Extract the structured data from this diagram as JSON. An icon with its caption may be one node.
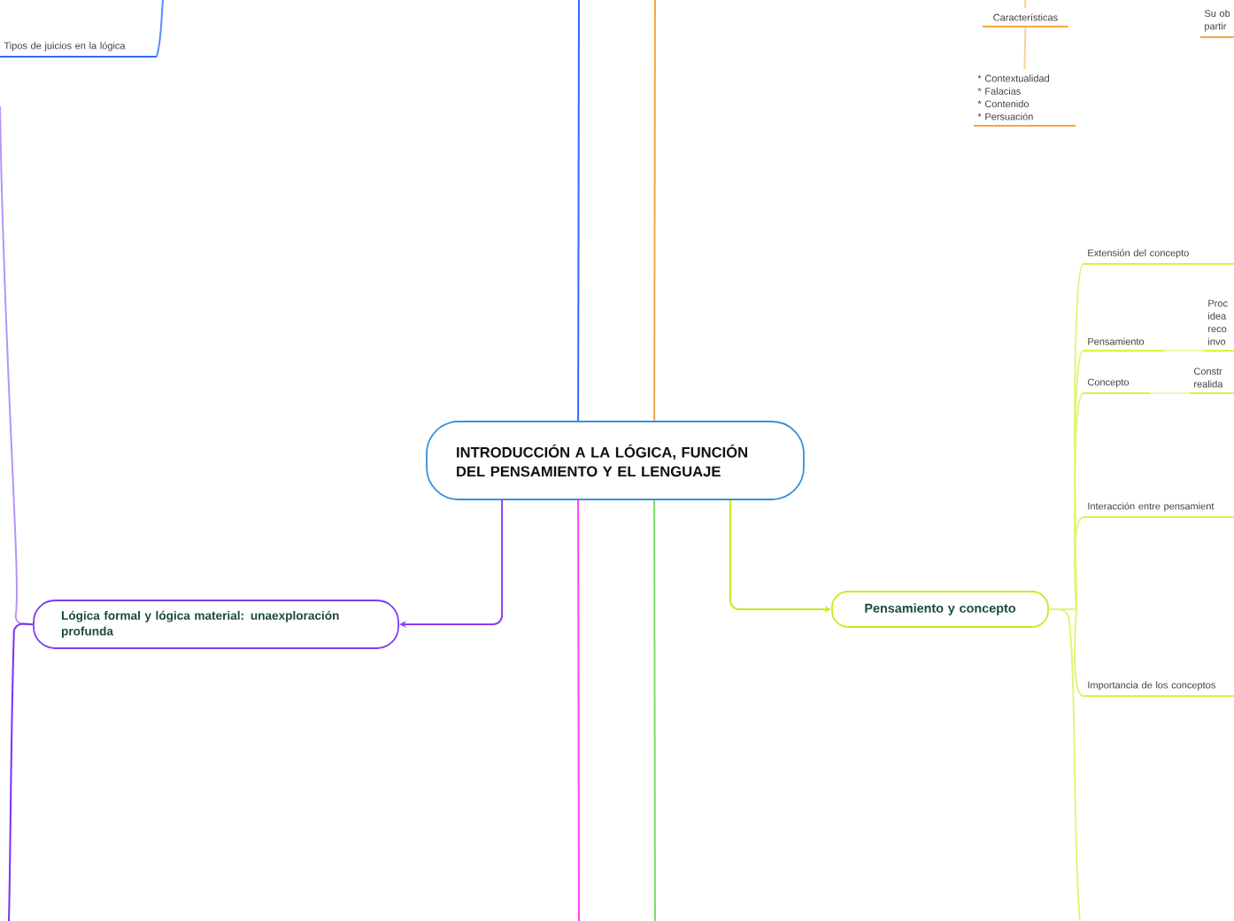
{
  "diagram": {
    "nodes": [
      {
        "text": [
          "INTRODUCCIÓN A LA LÓGICA, FUNCIÓN DEL PENSAMIENTO Y EL LENGUAJE"
        ]
      },
      {
        "text": [
          "Lógica formal y lógica material: unaexploración profunda"
        ]
      },
      {
        "text": [
          "Pensamiento y concepto"
        ]
      },
      {
        "text": [
          "Tipos de juicios en la lógica"
        ]
      },
      {
        "text": [
          "Características"
        ]
      },
      {
        "text": [
          "* Contextualidad",
          "* Falacias",
          "* Contenido",
          "* Persuación"
        ]
      },
      {
        "text": [
          "Su ob partir"
        ]
      },
      {
        "text": [
          "Extensión del concepto"
        ]
      },
      {
        "text": [
          "Pensamiento"
        ]
      },
      {
        "text": [
          "Proc idea reco invo"
        ]
      },
      {
        "text": [
          "Concepto"
        ]
      },
      {
        "text": [
          "Constr realida"
        ]
      },
      {
        "text": [
          "Interacción entre pensamient"
        ]
      },
      {
        "text": [
          "Importancia de los conceptos"
        ]
      }
    ],
    "edges": [
      {
        "from": 0,
        "to": 1,
        "arrow": "to",
        "color": "#8c3cf5"
      },
      {
        "from": 0,
        "to": 2,
        "arrow": "to",
        "color": "#c8ec1c"
      },
      {
        "from": 0,
        "to": null,
        "arrow": "none",
        "color": "#2f6bff"
      },
      {
        "from": 0,
        "to": null,
        "arrow": "none",
        "color": "#f5a742"
      },
      {
        "from": 0,
        "to": null,
        "arrow": "none",
        "color": "#ff40ff"
      },
      {
        "from": 0,
        "to": null,
        "arrow": "none",
        "color": "#7ddc6a"
      },
      {
        "from": 1,
        "to": null,
        "arrow": "none",
        "color": "#b795f5"
      },
      {
        "from": 1,
        "to": null,
        "arrow": "none",
        "color": "#7b2ff7"
      },
      {
        "from": 3,
        "to": null,
        "arrow": "none",
        "color": "#5b8cff"
      },
      {
        "from": null,
        "to": 4,
        "arrow": "none",
        "color": "#f9cf9a"
      },
      {
        "from": 4,
        "to": 5,
        "arrow": "none",
        "color": "#f9cf9a"
      },
      {
        "from": 2,
        "to": 7,
        "arrow": "none",
        "color": "#e0f57a"
      },
      {
        "from": 2,
        "to": 8,
        "arrow": "none",
        "color": "#e0f57a"
      },
      {
        "from": 2,
        "to": 10,
        "arrow": "none",
        "color": "#e0f57a"
      },
      {
        "from": 2,
        "to": 12,
        "arrow": "none",
        "color": "#e0f57a"
      },
      {
        "from": 2,
        "to": 13,
        "arrow": "none",
        "color": "#e0f57a"
      },
      {
        "from": 2,
        "to": null,
        "arrow": "none",
        "color": "#e0f57a"
      },
      {
        "from": 8,
        "to": 9,
        "arrow": "none",
        "color": "#eef9b0"
      },
      {
        "from": 10,
        "to": 11,
        "arrow": "none",
        "color": "#eef9b0"
      }
    ]
  }
}
